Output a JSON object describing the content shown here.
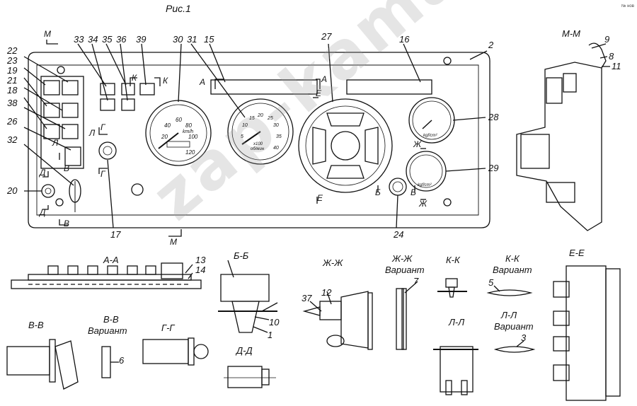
{
  "figure": {
    "title": "Рис.1",
    "corner_mark": "№ нов",
    "watermark": "zap-kama.ru"
  },
  "callouts": [
    "2",
    "15",
    "16",
    "17",
    "20",
    "22",
    "23",
    "19",
    "21",
    "18",
    "38",
    "26",
    "32",
    "24",
    "27",
    "28",
    "29",
    "30",
    "31",
    "33",
    "34",
    "35",
    "36",
    "39",
    "9",
    "8",
    "11",
    "13",
    "14",
    "10",
    "1",
    "12",
    "37",
    "7",
    "5",
    "3",
    "6"
  ],
  "section_marks": {
    "M": "М",
    "D": "Д",
    "V": "В",
    "L": "Л",
    "G": "Г",
    "K": "К",
    "A": "А",
    "E": "Е",
    "B": "Б",
    "ZH": "Ж"
  },
  "views": {
    "mm": "М-М",
    "aa": "А-А",
    "bb": "Б-Б",
    "zhzh": "Ж-Ж",
    "zhzh_var": "Ж-Ж",
    "kk": "К-К",
    "kk_var": "К-К",
    "ll": "Л-Л",
    "ll_var": "Л-Л",
    "vv": "В-В",
    "vv_var": "В-В",
    "gg": "Г-Г",
    "dd": "Д-Д",
    "ee": "Е-Е",
    "variant": "Вариант"
  },
  "speedometer": {
    "ticks": [
      "20",
      "40",
      "60",
      "80",
      "100",
      "120"
    ],
    "unit": "km/h"
  },
  "tachometer": {
    "ticks": [
      "5",
      "10",
      "15",
      "20",
      "25",
      "30",
      "35",
      "40"
    ],
    "unit": "об/мин",
    "mult": "x100"
  },
  "gauges": {
    "g28": "kgf/cm²",
    "g29": "kgf/cm²"
  }
}
